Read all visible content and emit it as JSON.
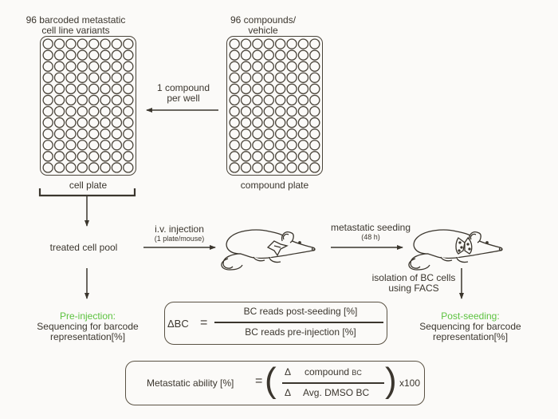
{
  "cell_plate": {
    "title_line1": "96 barcoded metastatic",
    "title_line2": "cell line variants",
    "label": "cell plate",
    "rows": 12,
    "cols": 8
  },
  "compound_plate": {
    "title_line1": "96 compounds/",
    "title_line2": "vehicle",
    "label": "compound plate",
    "rows": 12,
    "cols": 8
  },
  "transfer_arrow": {
    "line1": "1 compound",
    "line2": "per well"
  },
  "treated_pool": "treated cell pool",
  "injection": {
    "label": "i.v. injection",
    "sub": "(1 plate/mouse)"
  },
  "seeding": {
    "label": "metastatic seeding",
    "sub": "(48 h)"
  },
  "isolation": {
    "line1": "isolation of BC cells",
    "line2": "using FACS"
  },
  "pre_injection": {
    "title": "Pre-injection:",
    "line1": "Sequencing for barcode",
    "line2": "representation[%]"
  },
  "post_seeding": {
    "title": "Post-seeding:",
    "line1": "Sequencing for barcode",
    "line2": "representation[%]"
  },
  "delta_bc_formula": {
    "lhs": "ΔBC",
    "equals": "=",
    "numerator": "BC reads post-seeding [%]",
    "denominator": "BC reads pre-injection [%]"
  },
  "metastatic_formula": {
    "lhs": "Metastatic ability [%]",
    "equals": "=",
    "num_delta": "Δ",
    "numerator": "compound",
    "numerator_sub": "BC",
    "den_delta": "Δ",
    "denominator": "Avg. DMSO BC",
    "multiplier": "x100"
  },
  "colors": {
    "ink": "#3b362e",
    "accent_green": "#5cc23f",
    "background": "#fbfaf8"
  }
}
